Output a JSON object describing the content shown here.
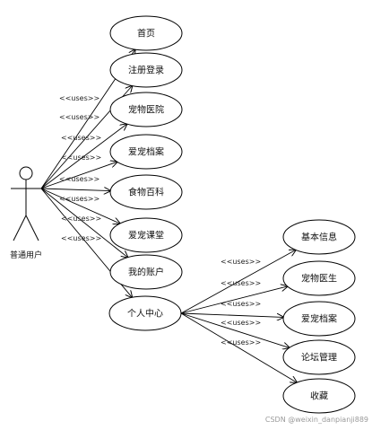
{
  "actor": {
    "name": "普通用户"
  },
  "relation_label": "<<uses>>",
  "use_cases": [
    {
      "id": "home",
      "label": "首页"
    },
    {
      "id": "register-login",
      "label": "注册登录"
    },
    {
      "id": "pet-hospital",
      "label": "宠物医院"
    },
    {
      "id": "pet-archive",
      "label": "爱宠档案"
    },
    {
      "id": "food-encyclopedia",
      "label": "食物百科"
    },
    {
      "id": "pet-class",
      "label": "爱宠课堂"
    },
    {
      "id": "my-account",
      "label": "我的账户"
    },
    {
      "id": "personal-center",
      "label": "个人中心"
    }
  ],
  "sub_use_cases": [
    {
      "id": "basic-info",
      "label": "基本信息"
    },
    {
      "id": "pet-doctor",
      "label": "宠物医生"
    },
    {
      "id": "sub-pet-archive",
      "label": "爱宠档案"
    },
    {
      "id": "forum-management",
      "label": "论坛管理"
    },
    {
      "id": "favorites",
      "label": "收藏"
    }
  ],
  "watermark": "CSDN @weixin_danpianji889"
}
